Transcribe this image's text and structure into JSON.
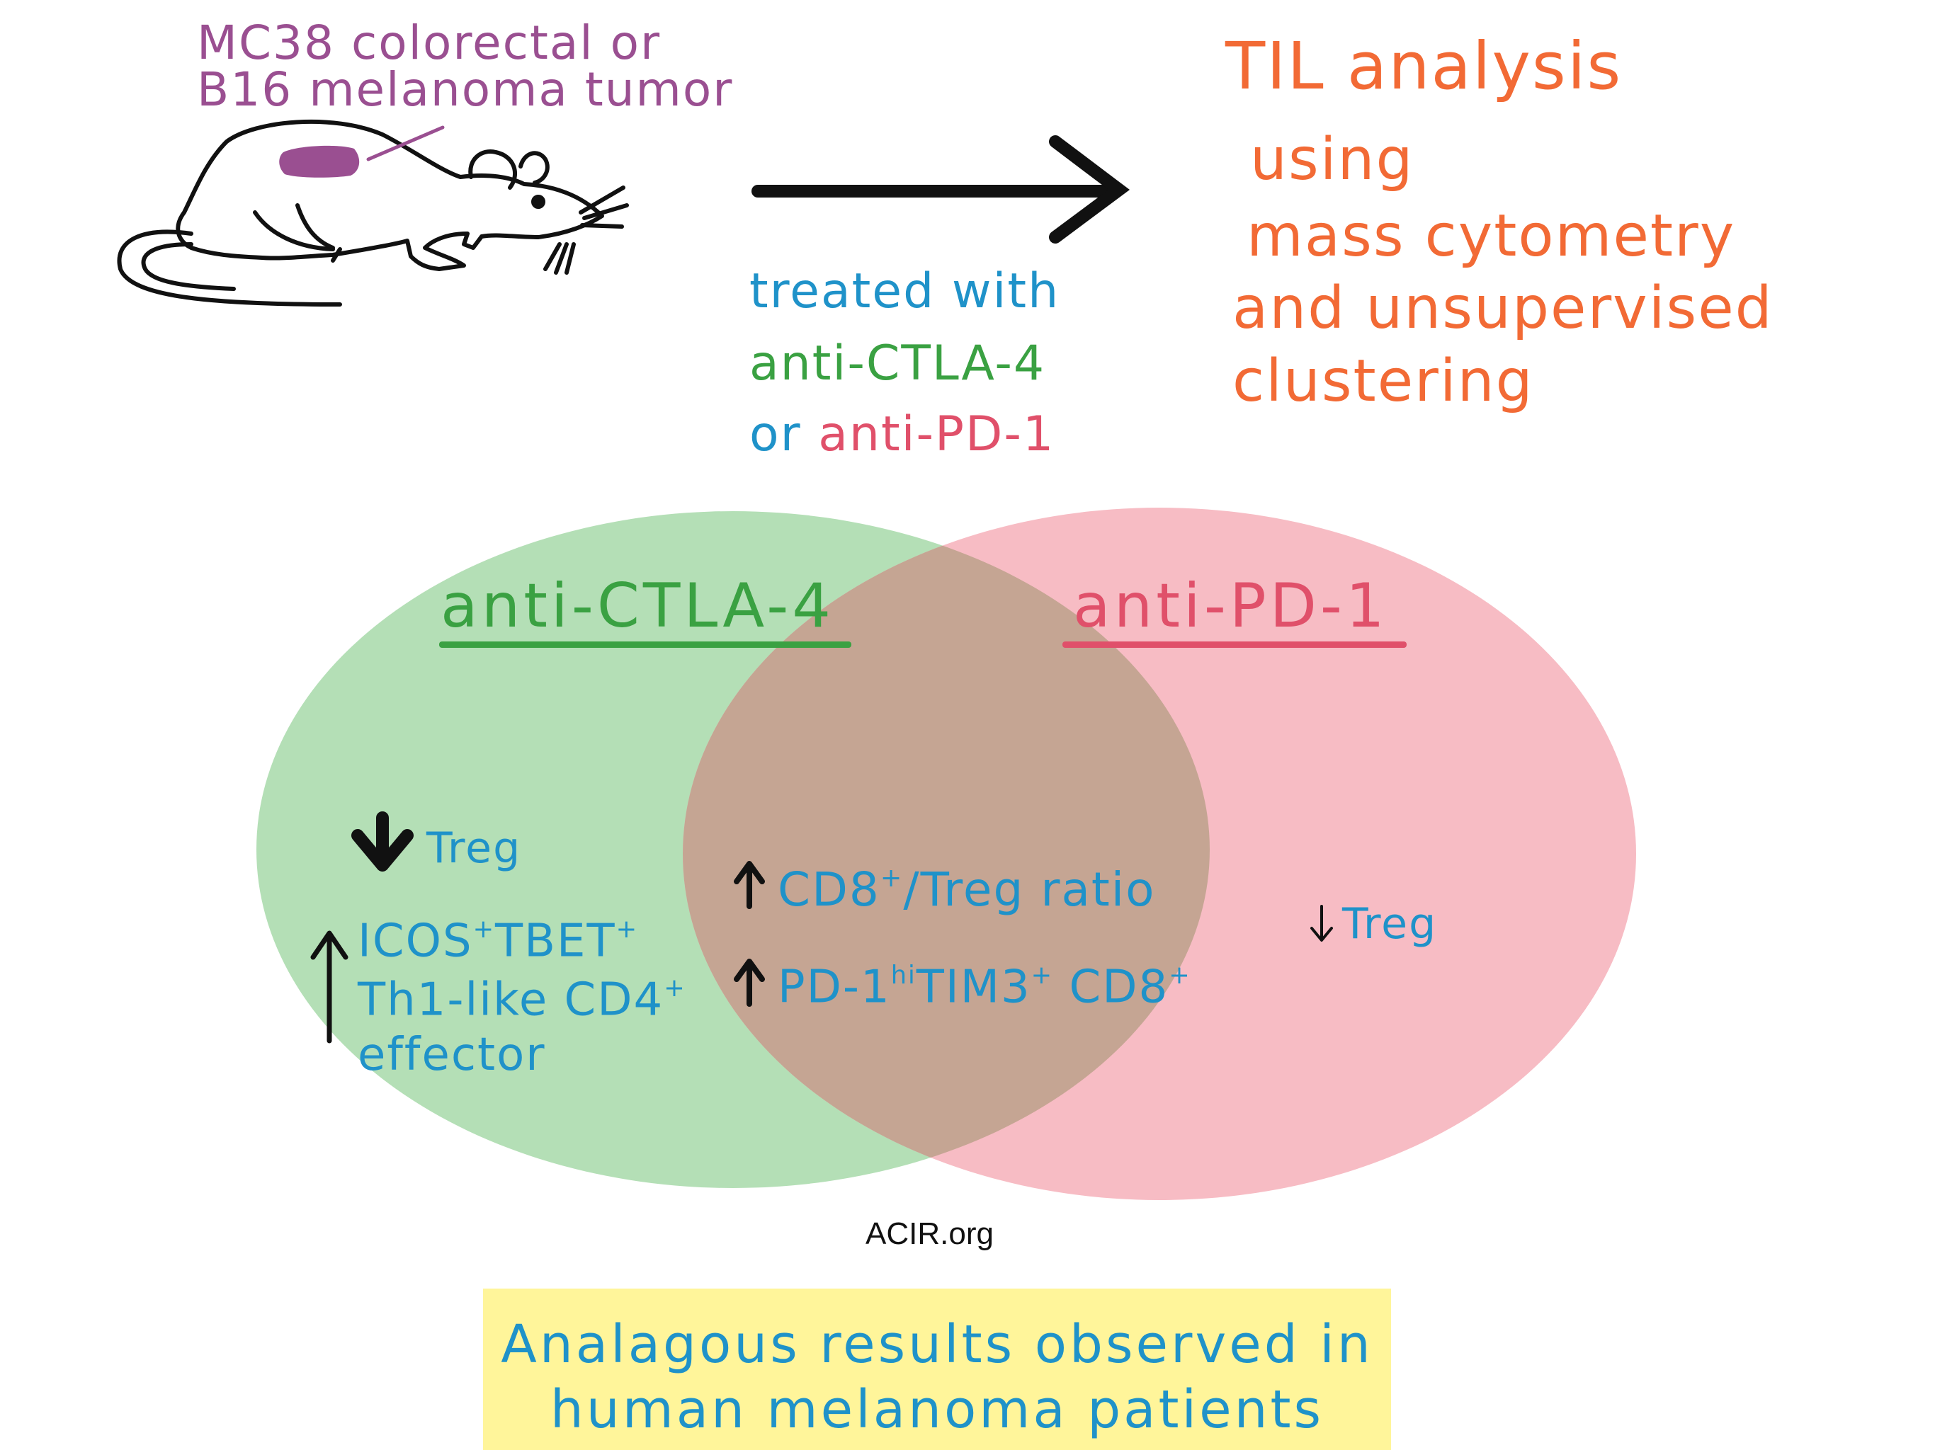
{
  "mouse": {
    "tumor_label_line1": "MC38 colorectal or",
    "tumor_label_line2": "B16 melanoma tumor"
  },
  "analysis": {
    "line1": "TIL analysis",
    "line2": "using",
    "line3": "mass cytometry",
    "line4": "and unsupervised",
    "line5": "clustering"
  },
  "treatment": {
    "line1": "treated with",
    "line2": "anti-CTLA-4",
    "line3_or": "or",
    "line3_drug": "anti-PD-1"
  },
  "venn": {
    "left_title": "anti-CTLA-4",
    "right_title": "anti-PD-1",
    "left": {
      "item1": "Treg",
      "item2_line1_a": "ICOS",
      "item2_line1_sup1": "+",
      "item2_line1_b": "TBET",
      "item2_line1_sup2": "+",
      "item2_line2_a": "Th1-like CD4",
      "item2_line2_sup": "+",
      "item2_line3": "effector"
    },
    "overlap": {
      "item1_a": "CD8",
      "item1_sup": "+",
      "item1_b": "/Treg ratio",
      "item2_a": "PD-1",
      "item2_sup1": "hi",
      "item2_b": "TIM3",
      "item2_sup2": "+",
      "item2_c": " CD8",
      "item2_sup3": "+"
    },
    "right": {
      "item1": "Treg"
    },
    "colors": {
      "left_fill": "#b4dfb6",
      "right_fill": "#f7bcc4",
      "overlap_fill": "#c5a593"
    }
  },
  "footer": "ACIR.org",
  "callout": {
    "line1": "Analagous results observed in",
    "line2": "human melanoma patients"
  },
  "icons": {
    "mouse": "mouse-illustration",
    "arrow": "arrow-right-icon",
    "down": "arrow-down-icon",
    "up": "arrow-up-icon"
  }
}
